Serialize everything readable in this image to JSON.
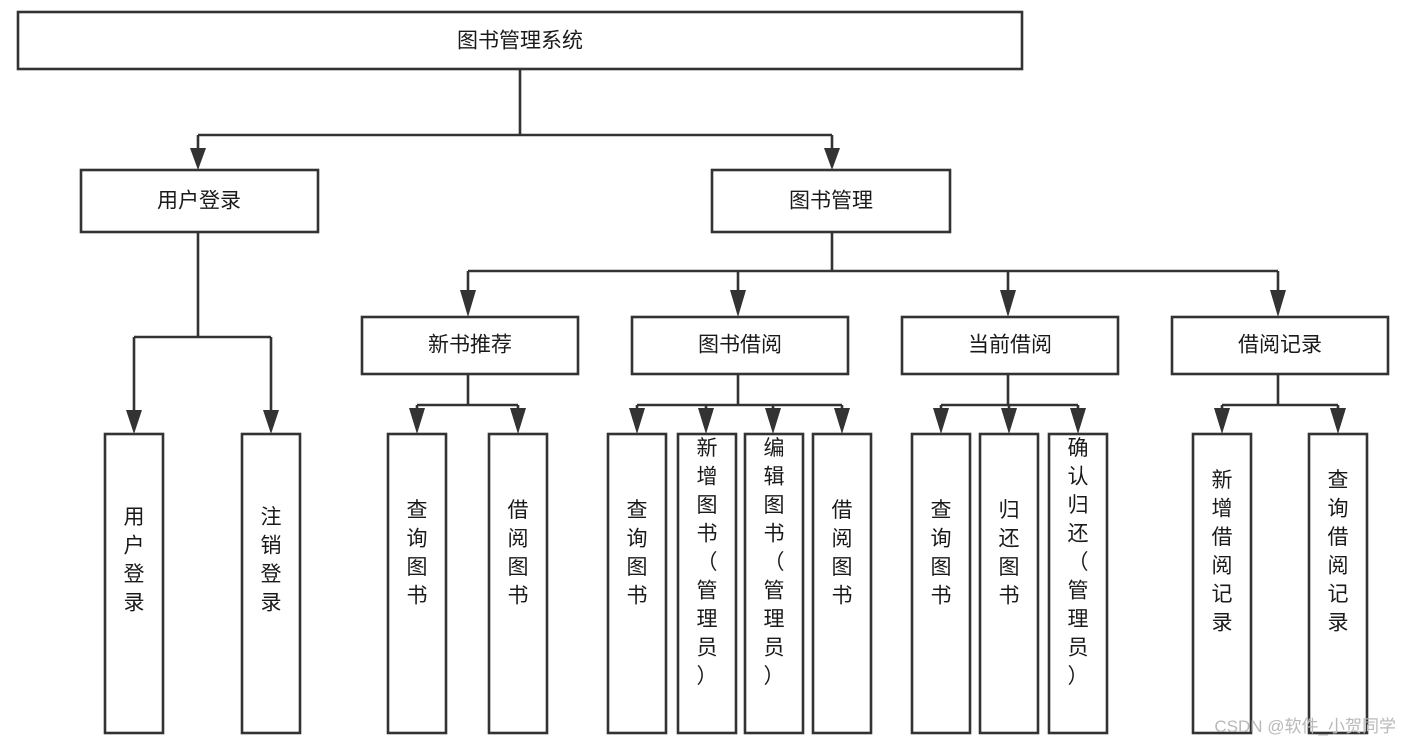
{
  "diagram": {
    "title": "图书管理系统",
    "type": "tree",
    "orientation": "top-down",
    "colors": {
      "box_stroke": "#333333",
      "box_fill": "#ffffff",
      "connector": "#333333",
      "text": "#1a1a1a",
      "watermark": "#b9b9b9",
      "background": "#ffffff"
    },
    "levels": {
      "root": "图书管理系统",
      "level2": [
        "用户登录",
        "图书管理"
      ],
      "level3": [
        "新书推荐",
        "图书借阅",
        "当前借阅",
        "借阅记录"
      ]
    },
    "nodes": {
      "root": {
        "label": "图书管理系统",
        "orientation": "horizontal"
      },
      "user_login": {
        "label": "用户登录",
        "orientation": "horizontal"
      },
      "book_manage": {
        "label": "图书管理",
        "orientation": "horizontal"
      },
      "new_book_rec": {
        "label": "新书推荐",
        "orientation": "horizontal"
      },
      "book_borrow": {
        "label": "图书借阅",
        "orientation": "horizontal"
      },
      "current_borrow": {
        "label": "当前借阅",
        "orientation": "horizontal"
      },
      "borrow_record": {
        "label": "借阅记录",
        "orientation": "horizontal"
      },
      "leaf_user_login": {
        "label": "用户登录",
        "orientation": "vertical"
      },
      "leaf_user_logout": {
        "label": "注销登录",
        "orientation": "vertical"
      },
      "leaf_rec_query": {
        "label": "查询图书",
        "orientation": "vertical"
      },
      "leaf_rec_borrow": {
        "label": "借阅图书",
        "orientation": "vertical"
      },
      "leaf_borrow_query": {
        "label": "查询图书",
        "orientation": "vertical"
      },
      "leaf_borrow_add": {
        "label": "新增图书（管理员）",
        "orientation": "vertical"
      },
      "leaf_borrow_edit": {
        "label": "编辑图书（管理员）",
        "orientation": "vertical"
      },
      "leaf_borrow_do": {
        "label": "借阅图书",
        "orientation": "vertical"
      },
      "leaf_cur_query": {
        "label": "查询图书",
        "orientation": "vertical"
      },
      "leaf_cur_return": {
        "label": "归还图书",
        "orientation": "vertical"
      },
      "leaf_cur_confirm": {
        "label": "确认归还（管理员）",
        "orientation": "vertical"
      },
      "leaf_rec_add": {
        "label": "新增借阅记录",
        "orientation": "vertical"
      },
      "leaf_rec_query2": {
        "label": "查询借阅记录",
        "orientation": "vertical"
      }
    },
    "edges": [
      {
        "from": "图书管理系统",
        "to": "用户登录"
      },
      {
        "from": "图书管理系统",
        "to": "图书管理"
      },
      {
        "from": "用户登录",
        "to": "用户登录"
      },
      {
        "from": "用户登录",
        "to": "注销登录"
      },
      {
        "from": "图书管理",
        "to": "新书推荐"
      },
      {
        "from": "图书管理",
        "to": "图书借阅"
      },
      {
        "from": "图书管理",
        "to": "当前借阅"
      },
      {
        "from": "图书管理",
        "to": "借阅记录"
      },
      {
        "from": "新书推荐",
        "to": "查询图书"
      },
      {
        "from": "新书推荐",
        "to": "借阅图书"
      },
      {
        "from": "图书借阅",
        "to": "查询图书"
      },
      {
        "from": "图书借阅",
        "to": "新增图书（管理员）"
      },
      {
        "from": "图书借阅",
        "to": "编辑图书（管理员）"
      },
      {
        "from": "图书借阅",
        "to": "借阅图书"
      },
      {
        "from": "当前借阅",
        "to": "查询图书"
      },
      {
        "from": "当前借阅",
        "to": "归还图书"
      },
      {
        "from": "当前借阅",
        "to": "确认归还（管理员）"
      },
      {
        "from": "借阅记录",
        "to": "新增借阅记录"
      },
      {
        "from": "借阅记录",
        "to": "查询借阅记录"
      }
    ]
  },
  "watermark": {
    "text": "CSDN @软件_小贺同学"
  }
}
